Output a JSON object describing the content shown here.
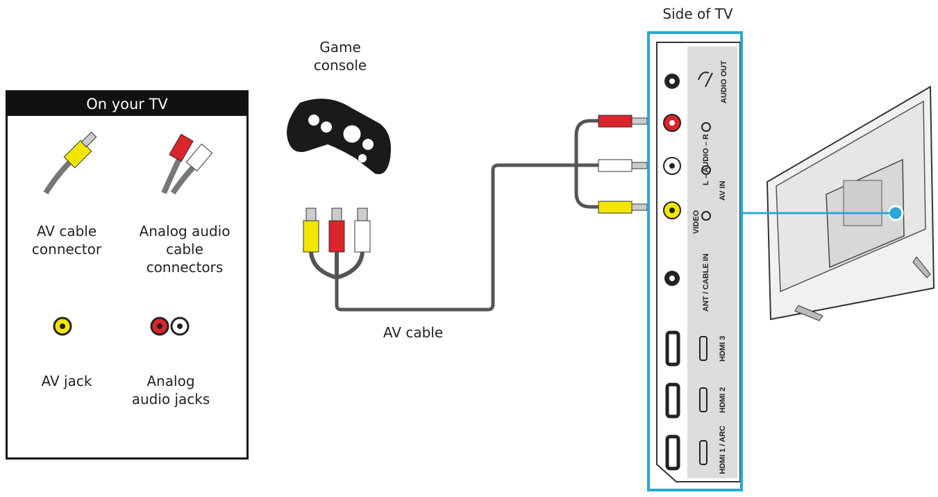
{
  "header": {
    "tv_side_label": "Side of TV",
    "console_label_line1": "Game",
    "console_label_line2": "console",
    "cable_label": "AV cable"
  },
  "legend": {
    "title": "On your TV",
    "av_cable_line1": "AV cable",
    "av_cable_line2": "connector",
    "analog_cable_line1": "Analog audio",
    "analog_cable_line2": "cable",
    "analog_cable_line3": "connectors",
    "av_jack_label": "AV jack",
    "analog_jacks_line1": "Analog",
    "analog_jacks_line2": "audio jacks"
  },
  "tv_ports": {
    "audio_out": "AUDIO OUT",
    "audio_lr": "L – AUDIO – R",
    "av_in": "AV IN",
    "video": "VIDEO",
    "ant_cable_in": "ANT / CABLE IN",
    "hdmi3": "HDMI 3",
    "hdmi2": "HDMI 2",
    "hdmi1": "HDMI 1 / ARC"
  },
  "colors": {
    "accent": "#2aa8d6",
    "red": "#d9252b",
    "yellow": "#f2e600",
    "white": "#ffffff",
    "cable_gray": "#555555"
  }
}
